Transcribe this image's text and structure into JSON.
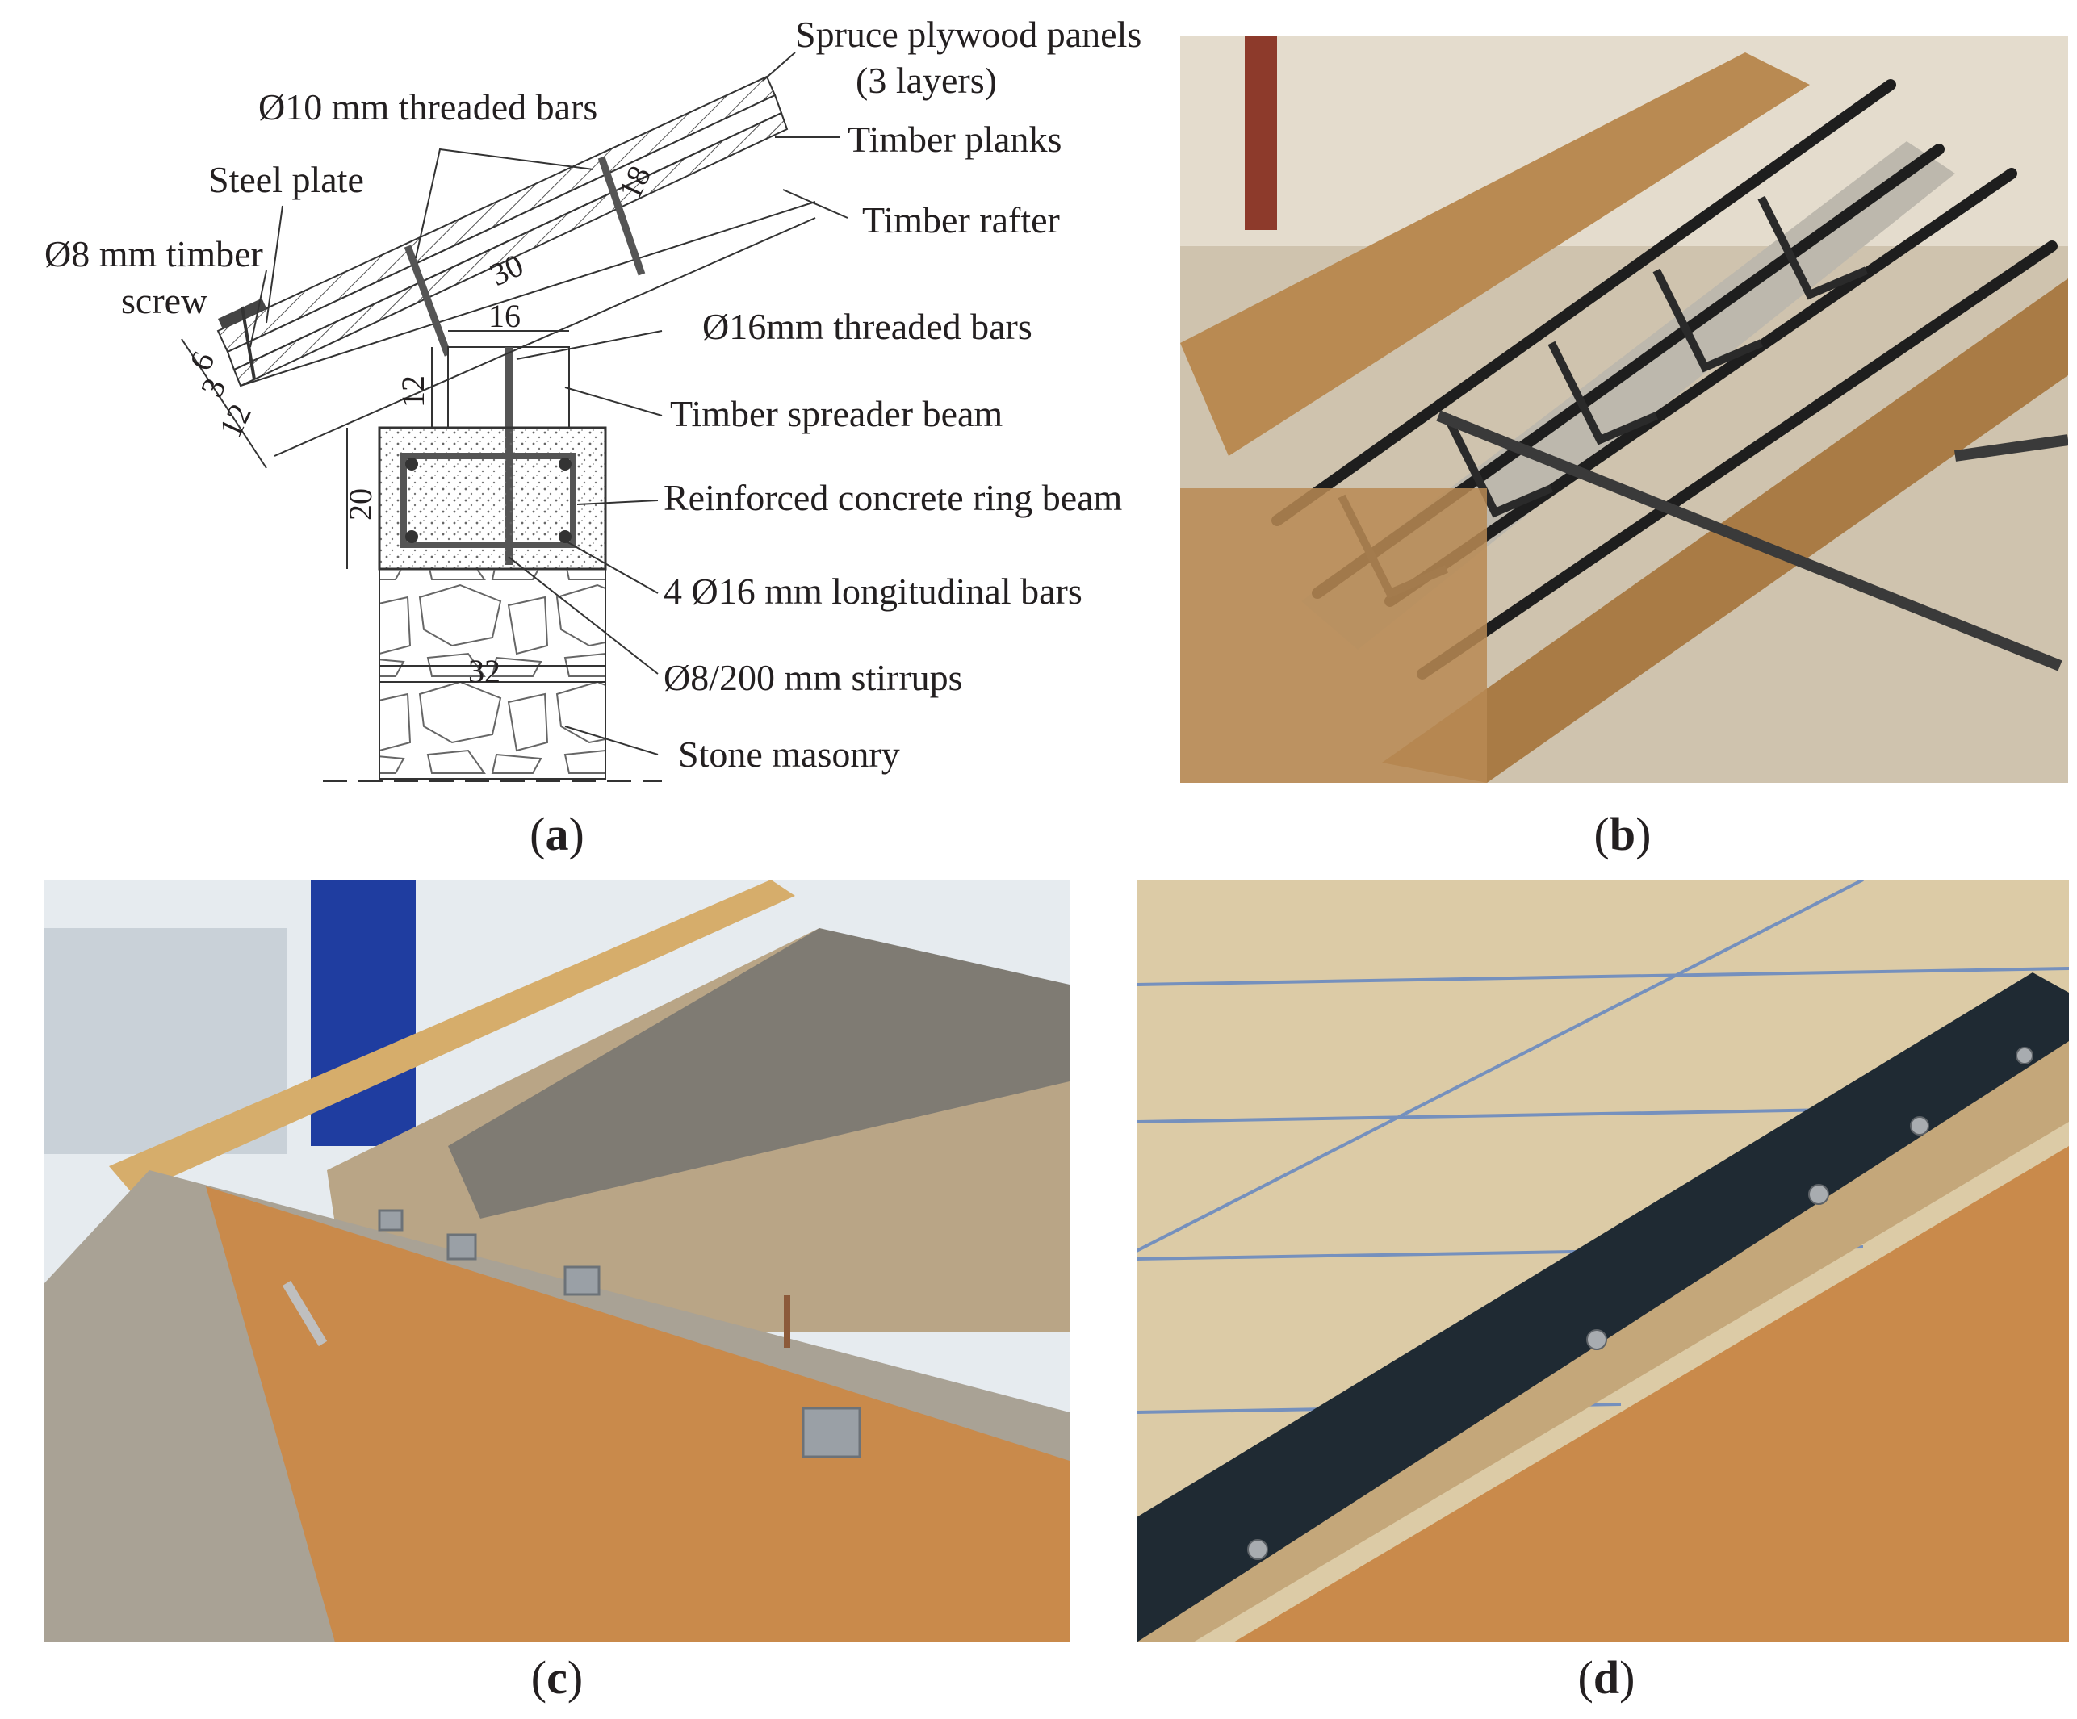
{
  "figure": {
    "panel_a": {
      "caption_letter": "a",
      "labels": {
        "spruce_plywood": "Spruce plywood panels",
        "spruce_plywood_2": "(3 layers)",
        "threaded_bars_10": "Ø10 mm threaded bars",
        "timber_planks": "Timber planks",
        "steel_plate": "Steel plate",
        "timber_rafter": "Timber rafter",
        "timber_screw": "Ø8 mm timber",
        "timber_screw_2": "screw",
        "threaded_bars_16": "Ø16mm threaded bars",
        "spreader_beam": "Timber spreader beam",
        "ring_beam": "Reinforced concrete ring beam",
        "long_bars": "4 Ø16 mm longitudinal bars",
        "stirrups": "Ø8/200 mm stirrups",
        "masonry": "Stone masonry"
      },
      "dimensions": {
        "d18": "18",
        "d30": "30",
        "d16": "16",
        "d12_top": "12",
        "d6": "6",
        "d3": "3",
        "d12": "12",
        "d20": "20",
        "d32": "32"
      }
    },
    "panel_b": {
      "caption_letter": "b"
    },
    "panel_c": {
      "caption_letter": "c"
    },
    "panel_d": {
      "caption_letter": "d"
    }
  },
  "colors": {
    "timber": "#c98a4b",
    "concrete": "#b9b3a8",
    "rebar": "#2b2b2b",
    "steel_plate": "#1f2a33",
    "plywood": "#d9c8a2",
    "sky": "#e8eef3"
  }
}
